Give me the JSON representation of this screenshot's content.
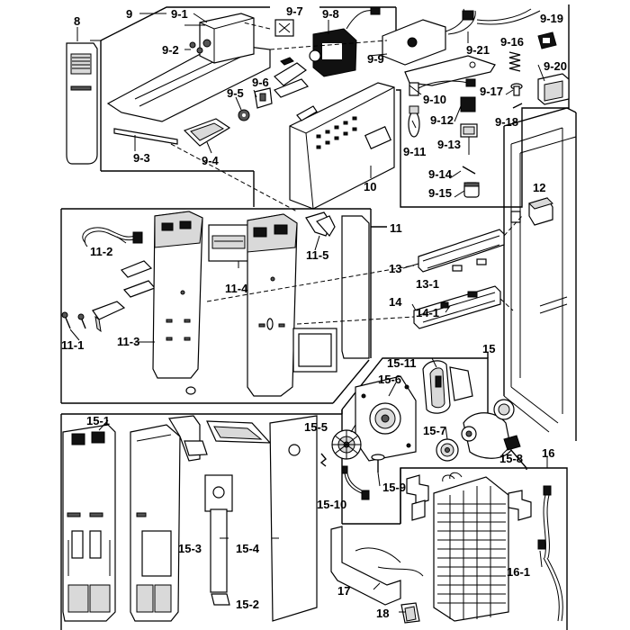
{
  "labels": {
    "p8": "8",
    "p9": "9",
    "p9_1": "9-1",
    "p9_2": "9-2",
    "p9_3": "9-3",
    "p9_4": "9-4",
    "p9_5": "9-5",
    "p9_6": "9-6",
    "p9_7": "9-7",
    "p9_8": "9-8",
    "p9_9": "9-9",
    "p9_10": "9-10",
    "p9_11": "9-11",
    "p9_12": "9-12",
    "p9_13": "9-13",
    "p9_14": "9-14",
    "p9_15": "9-15",
    "p9_16": "9-16",
    "p9_17": "9-17",
    "p9_18": "9-18",
    "p9_19": "9-19",
    "p9_20": "9-20",
    "p9_21": "9-21",
    "p10": "10",
    "p11": "11",
    "p11_1": "11-1",
    "p11_2": "11-2",
    "p11_3": "11-3",
    "p11_4": "11-4",
    "p11_5": "11-5",
    "p12": "12",
    "p13": "13",
    "p13_1": "13-1",
    "p14": "14",
    "p14_1": "14-1",
    "p15": "15",
    "p15_1": "15-1",
    "p15_2": "15-2",
    "p15_3": "15-3",
    "p15_4": "15-4",
    "p15_5": "15-5",
    "p15_6": "15-6",
    "p15_7": "15-7",
    "p15_8": "15-8",
    "p15_9": "15-9",
    "p15_10": "15-10",
    "p15_11": "15-11",
    "p16": "16",
    "p16_1": "16-1",
    "p17": "17",
    "p18": "18"
  }
}
